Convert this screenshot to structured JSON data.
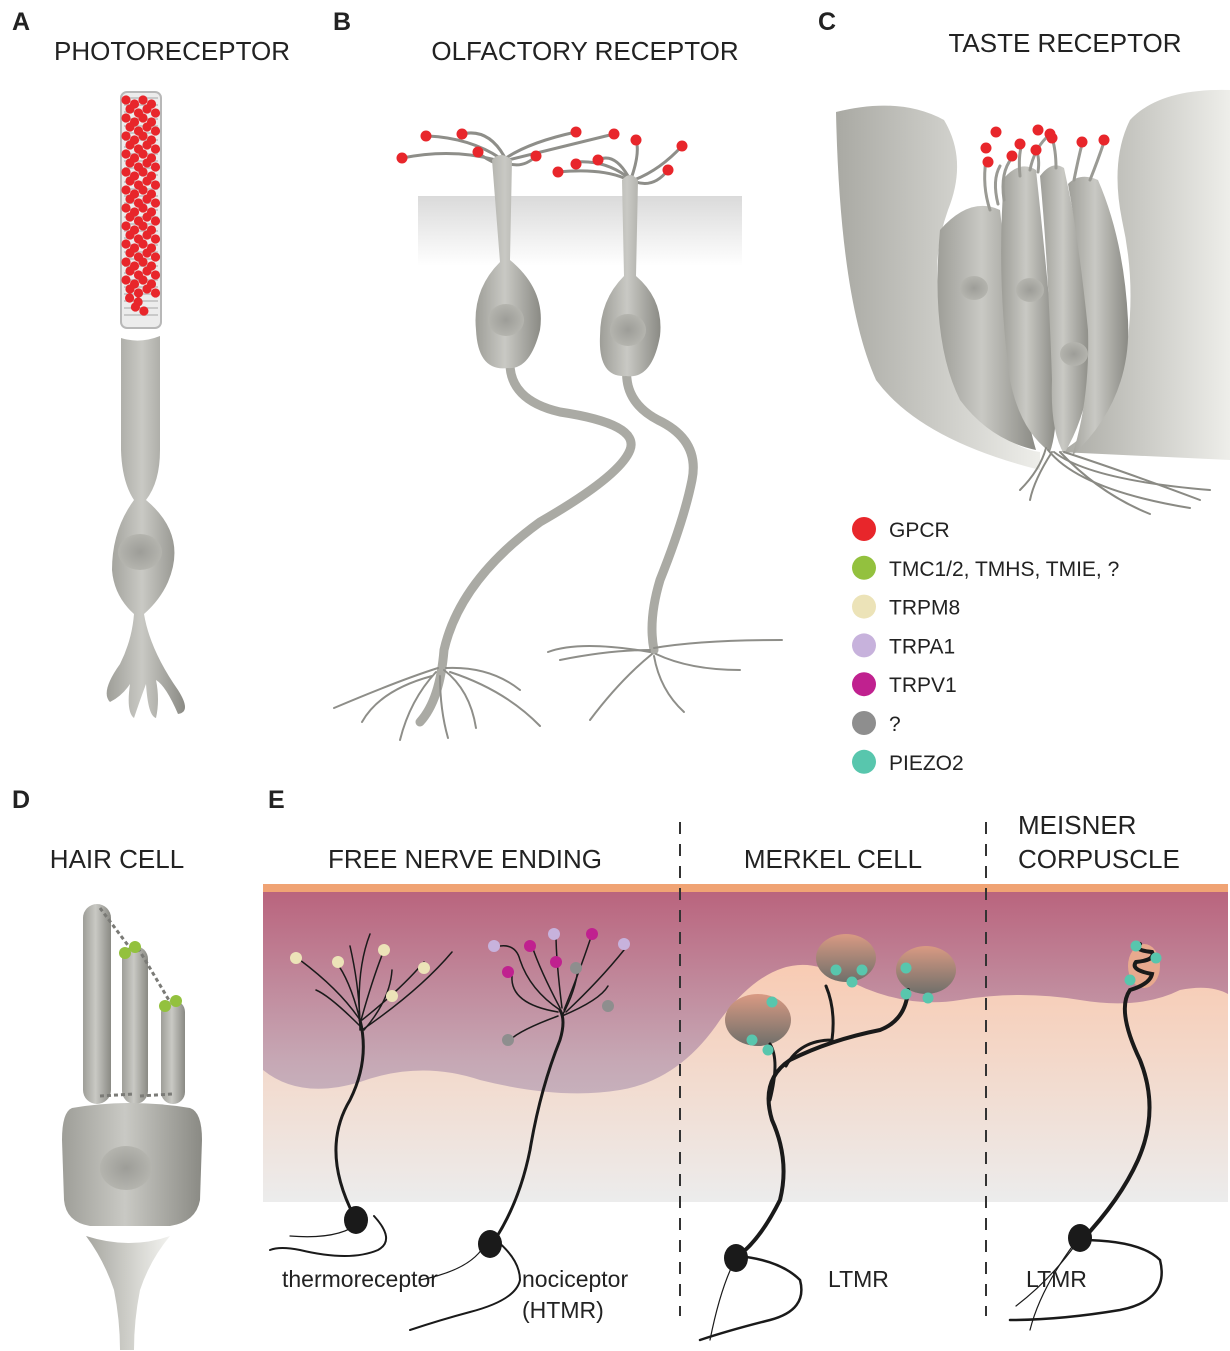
{
  "panels": {
    "a": {
      "letter": "A",
      "title": "PHOTORECEPTOR"
    },
    "b": {
      "letter": "B",
      "title": "OLFACTORY RECEPTOR"
    },
    "c": {
      "letter": "C",
      "title": "TASTE RECEPTOR"
    },
    "d": {
      "letter": "D",
      "title": "HAIR CELL"
    },
    "e": {
      "letter": "E",
      "sections": {
        "free": "FREE NERVE ENDING",
        "merkel": "MERKEL CELL",
        "meissner_line1": "MEISNER",
        "meissner_line2": "CORPUSCLE"
      },
      "labels": {
        "thermo": "thermoreceptor",
        "noci1": "nociceptor",
        "noci2": "(HTMR)",
        "ltmr_merkel": "LTMR",
        "ltmr_meissner": "LTMR"
      }
    }
  },
  "legend": [
    {
      "label": "GPCR",
      "color": "#e8262b"
    },
    {
      "label": "TMC1/2, TMHS, TMIE, ?",
      "color": "#93c13e"
    },
    {
      "label": "TRPM8",
      "color": "#ece3b8"
    },
    {
      "label": "TRPA1",
      "color": "#c7b2dc"
    },
    {
      "label": "TRPV1",
      "color": "#c0218f"
    },
    {
      "label": "?",
      "color": "#8e8e8e"
    },
    {
      "label": "PIEZO2",
      "color": "#58c6ad"
    }
  ]
}
